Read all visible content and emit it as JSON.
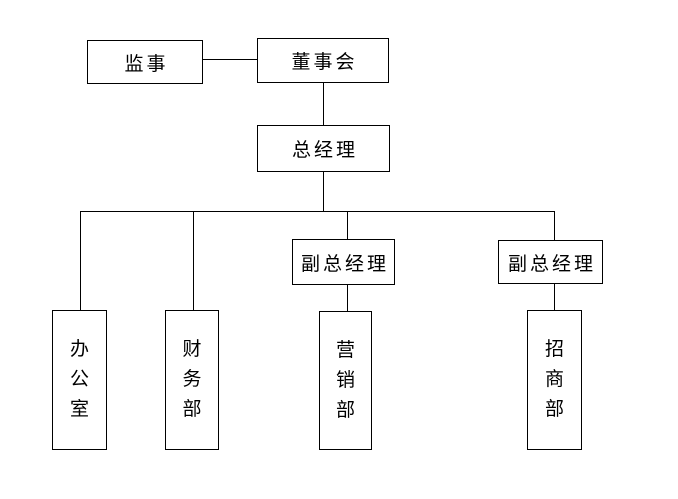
{
  "colors": {
    "background": "#ffffff",
    "line": "#000000",
    "text": "#000000"
  },
  "diagram": {
    "type": "org-chart",
    "nodes": {
      "supervisor": {
        "label": "监事",
        "text_orientation": "horizontal"
      },
      "board": {
        "label": "董事会",
        "text_orientation": "horizontal"
      },
      "general_manager": {
        "label": "总经理",
        "text_orientation": "horizontal"
      },
      "deputy_gm_1": {
        "label": "副总经理",
        "text_orientation": "horizontal"
      },
      "deputy_gm_2": {
        "label": "副总经理",
        "text_orientation": "horizontal"
      },
      "office": {
        "label": "办公室",
        "text_orientation": "vertical"
      },
      "finance": {
        "label": "财务部",
        "text_orientation": "vertical"
      },
      "marketing": {
        "label": "营销部",
        "text_orientation": "vertical"
      },
      "investment": {
        "label": "招商部",
        "text_orientation": "vertical"
      }
    },
    "edges": [
      {
        "from": "supervisor",
        "to": "board"
      },
      {
        "from": "board",
        "to": "general_manager"
      },
      {
        "from": "general_manager",
        "to": "office"
      },
      {
        "from": "general_manager",
        "to": "finance"
      },
      {
        "from": "general_manager",
        "to": "deputy_gm_1"
      },
      {
        "from": "general_manager",
        "to": "deputy_gm_2"
      },
      {
        "from": "deputy_gm_1",
        "to": "marketing"
      },
      {
        "from": "deputy_gm_2",
        "to": "investment"
      }
    ]
  }
}
